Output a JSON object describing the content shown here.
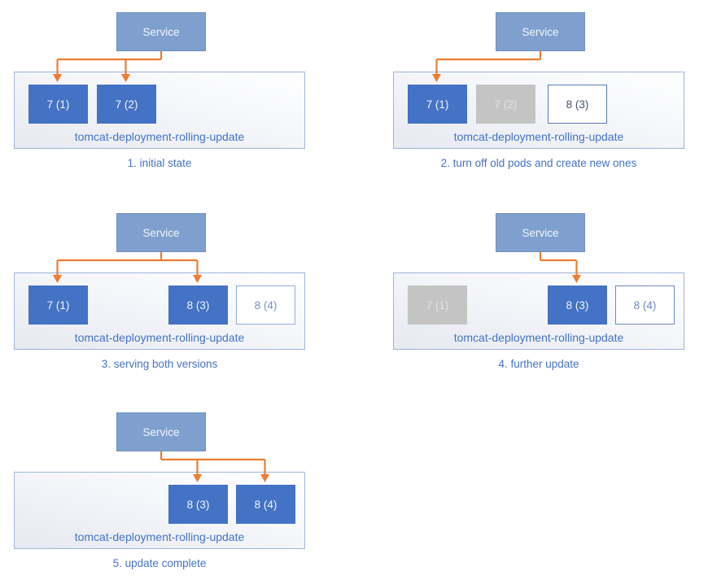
{
  "palette": {
    "service_fill": "#7FA0CE",
    "service_border": "#7390BD",
    "service_text": "#F2F6FB",
    "arrow": "#ED7D31",
    "container_border": "#9FB4DA",
    "container_fill_dark": "#E6E9F0",
    "container_fill_light": "#FFFFFF",
    "label_text": "#4472C4",
    "caption_text": "#4472C4",
    "pod_active_fill": "#4472C4",
    "pod_active_text": "#F2F6FB",
    "pod_inactive_fill": "#C4C4C4",
    "pod_inactive_text": "#E2E2E2",
    "pod_new_fill": "#FFFFFF",
    "pod_new_border": "#6E87BD",
    "pod_new_text": "#5F78AE"
  },
  "service_label": "Service",
  "deployment_label": "tomcat-deployment-rolling-update",
  "panels": [
    {
      "caption": "1. initial state",
      "pods": [
        {
          "label": "7 (1)",
          "state": "active",
          "slot": 0
        },
        {
          "label": "7 (2)",
          "state": "active",
          "slot": 1
        }
      ],
      "arrow_slots": [
        0,
        1
      ]
    },
    {
      "caption": "2. turn off old pods and create new ones",
      "pods": [
        {
          "label": "7 (1)",
          "state": "active",
          "slot": 0
        },
        {
          "label": "7 (2)",
          "state": "inactive",
          "slot": 1
        },
        {
          "label": "8 (3)",
          "state": "new",
          "slot": 2,
          "border_color": "#5B7CB5",
          "text_color": "#44546A"
        }
      ],
      "arrow_slots": [
        0
      ]
    },
    {
      "caption": "3. serving both versions",
      "pods": [
        {
          "label": "7 (1)",
          "state": "active",
          "slot": 0
        },
        {
          "label": "8 (3)",
          "state": "active",
          "slot": 2
        },
        {
          "label": "8 (4)",
          "state": "new",
          "slot": 3,
          "border_color": "#95ABD9",
          "text_color": "#7B90C4"
        }
      ],
      "arrow_slots": [
        0,
        2
      ]
    },
    {
      "caption": "4. further update",
      "pods": [
        {
          "label": "7 (1)",
          "state": "inactive",
          "slot": 0
        },
        {
          "label": "8 (3)",
          "state": "active",
          "slot": 2
        },
        {
          "label": "8 (4)",
          "state": "new",
          "slot": 3,
          "border_color": "#6F88BE",
          "text_color": "#6F87BE"
        }
      ],
      "arrow_slots": [
        2
      ]
    },
    {
      "caption": "5. update complete",
      "pods": [
        {
          "label": "8 (3)",
          "state": "active",
          "slot": 2
        },
        {
          "label": "8 (4)",
          "state": "active",
          "slot": 3
        }
      ],
      "arrow_slots": [
        2,
        3
      ]
    }
  ]
}
